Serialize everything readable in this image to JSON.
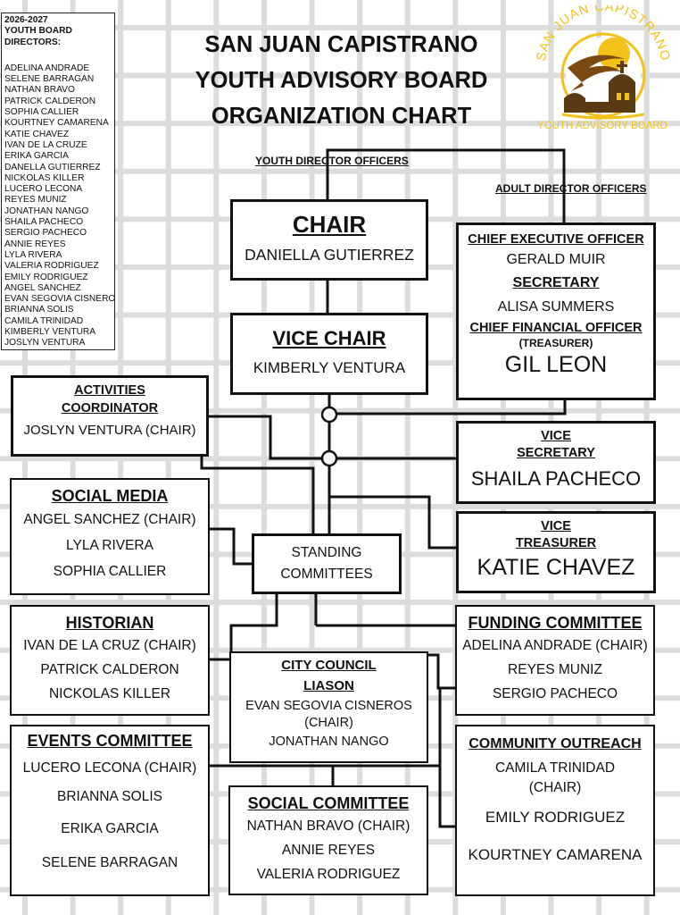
{
  "roster": {
    "title": "2026-2027\nYOUTH BOARD\nDIRECTORS:",
    "names": [
      "ADELINA ANDRADE",
      "SELENE BARRAGAN",
      "NATHAN BRAVO",
      "PATRICK CALDERON",
      "SOPHIA CALLIER",
      "KOURTNEY CAMARENA",
      "KATIE CHAVEZ",
      "IVAN DE LA CRUZE",
      "ERIKA GARCIA",
      "DANELLA  GUTIERREZ",
      "NICKOLAS KILLER",
      "LUCERO LECONA",
      "REYES MUNIZ",
      "JONATHAN NANGO",
      "SHAILA PACHECO",
      "SERGIO PACHECO",
      "ANNIE REYES",
      "LYLA RIVERA",
      "VALERIA RODRIGUEZ",
      "EMILY RODRIGUEZ",
      "ANGEL SANCHEZ",
      "EVAN SEGOVIA CISNEROS",
      "BRIANNA SOLIS",
      "CAMILA TRINIDAD",
      "KIMBERLY VENTURA",
      "JOSLYN VENTURA"
    ]
  },
  "title": {
    "line1": "SAN JUAN CAPISTRANO",
    "line2": "YOUTH ADVISORY BOARD",
    "line3": "ORGANIZATION CHART"
  },
  "logo": {
    "arc_text": "SAN JUAN CAPISTRANO",
    "bottom_text": "YOUTH ADVISORY BOARD",
    "icon": "swallow-mission-logo-icon",
    "colors": {
      "gold": "#f2c21b",
      "brown": "#7a4a12"
    }
  },
  "labels": {
    "youth_officers": "YOUTH DIRECTOR OFFICERS",
    "adult_officers": "ADULT DIRECTOR OFFICERS"
  },
  "chair": {
    "title": "CHAIR",
    "name": "DANIELLA GUTIERREZ"
  },
  "vice_chair": {
    "title": "VICE CHAIR",
    "name": "KIMBERLY VENTURA"
  },
  "adult": {
    "ceo_title": "CHIEF EXECUTIVE OFFICER",
    "ceo_name": "GERALD MUIR",
    "secretary_title": "SECRETARY",
    "secretary_name": "ALISA SUMMERS",
    "cfo_title": "CHIEF FINANCIAL OFFICER",
    "cfo_sub": "(TREASURER)",
    "cfo_name": "GIL LEON"
  },
  "activities": {
    "title1": "ACTIVITIES ",
    "title2": "COORDINATOR",
    "name": "JOSLYN VENTURA (CHAIR)"
  },
  "vice_secretary": {
    "title1": "VICE",
    "title2": "SECRETARY",
    "name": "SHAILA PACHECO"
  },
  "vice_treasurer": {
    "title1": "VICE",
    "title2": "TREASURER",
    "name": "KATIE CHAVEZ"
  },
  "social_media": {
    "title": "SOCIAL MEDIA",
    "m1": "ANGEL SANCHEZ (CHAIR)",
    "m2": "LYLA RIVERA",
    "m3": "SOPHIA CALLIER"
  },
  "standing": {
    "line1": "STANDING",
    "line2": "COMMITTEES"
  },
  "historian": {
    "title": "HISTORIAN",
    "m1": "IVAN DE LA CRUZ (CHAIR)",
    "m2": "PATRICK CALDERON",
    "m3": "NICKOLAS KILLER"
  },
  "city_council": {
    "title1": "CITY COUNCIL",
    "title2": "LIASON",
    "m1a": "EVAN SEGOVIA CISNEROS",
    "m1b": "(CHAIR)",
    "m2": "JONATHAN NANGO"
  },
  "funding": {
    "title": "FUNDING COMMITTEE",
    "m1": "ADELINA ANDRADE (CHAIR)",
    "m2": "REYES MUNIZ",
    "m3": "SERGIO PACHECO"
  },
  "events": {
    "title": "EVENTS COMMITTEE",
    "m1": "LUCERO LECONA (CHAIR)",
    "m2": "BRIANNA SOLIS",
    "m3": "ERIKA GARCIA",
    "m4": "SELENE BARRAGAN"
  },
  "social_committee": {
    "title": "SOCIAL COMMITTEE",
    "m1": "NATHAN BRAVO (CHAIR)",
    "m2": "ANNIE REYES",
    "m3": "VALERIA RODRIGUEZ"
  },
  "outreach": {
    "title": "COMMUNITY OUTREACH",
    "m1a": "CAMILA TRINIDAD",
    "m1b": "(CHAIR)",
    "m2": "EMILY RODRIGUEZ",
    "m3": "KOURTNEY CAMARENA"
  }
}
